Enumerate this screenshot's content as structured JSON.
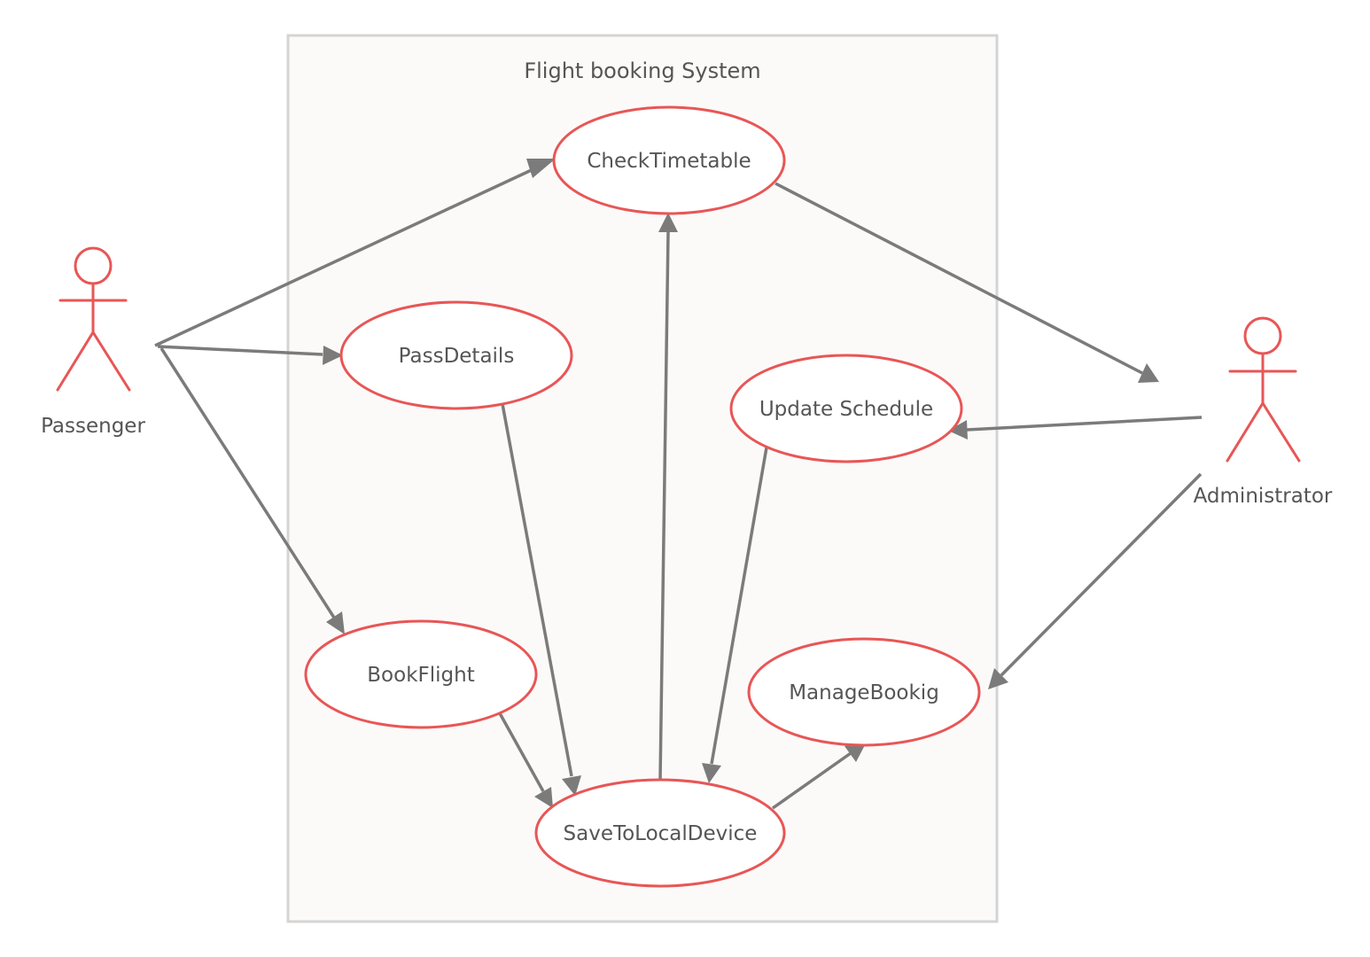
{
  "system": {
    "title": "Flight booking System"
  },
  "actors": {
    "passenger": "Passenger",
    "administrator": "Administrator"
  },
  "use_cases": {
    "check_timetable": "CheckTimetable",
    "pass_details": "PassDetails",
    "update_schedule": "Update Schedule",
    "book_flight": "BookFlight",
    "manage_booking": "ManageBookig",
    "save_to_local_device": "SaveToLocalDevice"
  },
  "colors": {
    "accent": "#e85656",
    "connector": "#7b7b7b",
    "text": "#555555",
    "boundary_fill": "#fbfaf9",
    "boundary_stroke": "#d4d4d4"
  }
}
